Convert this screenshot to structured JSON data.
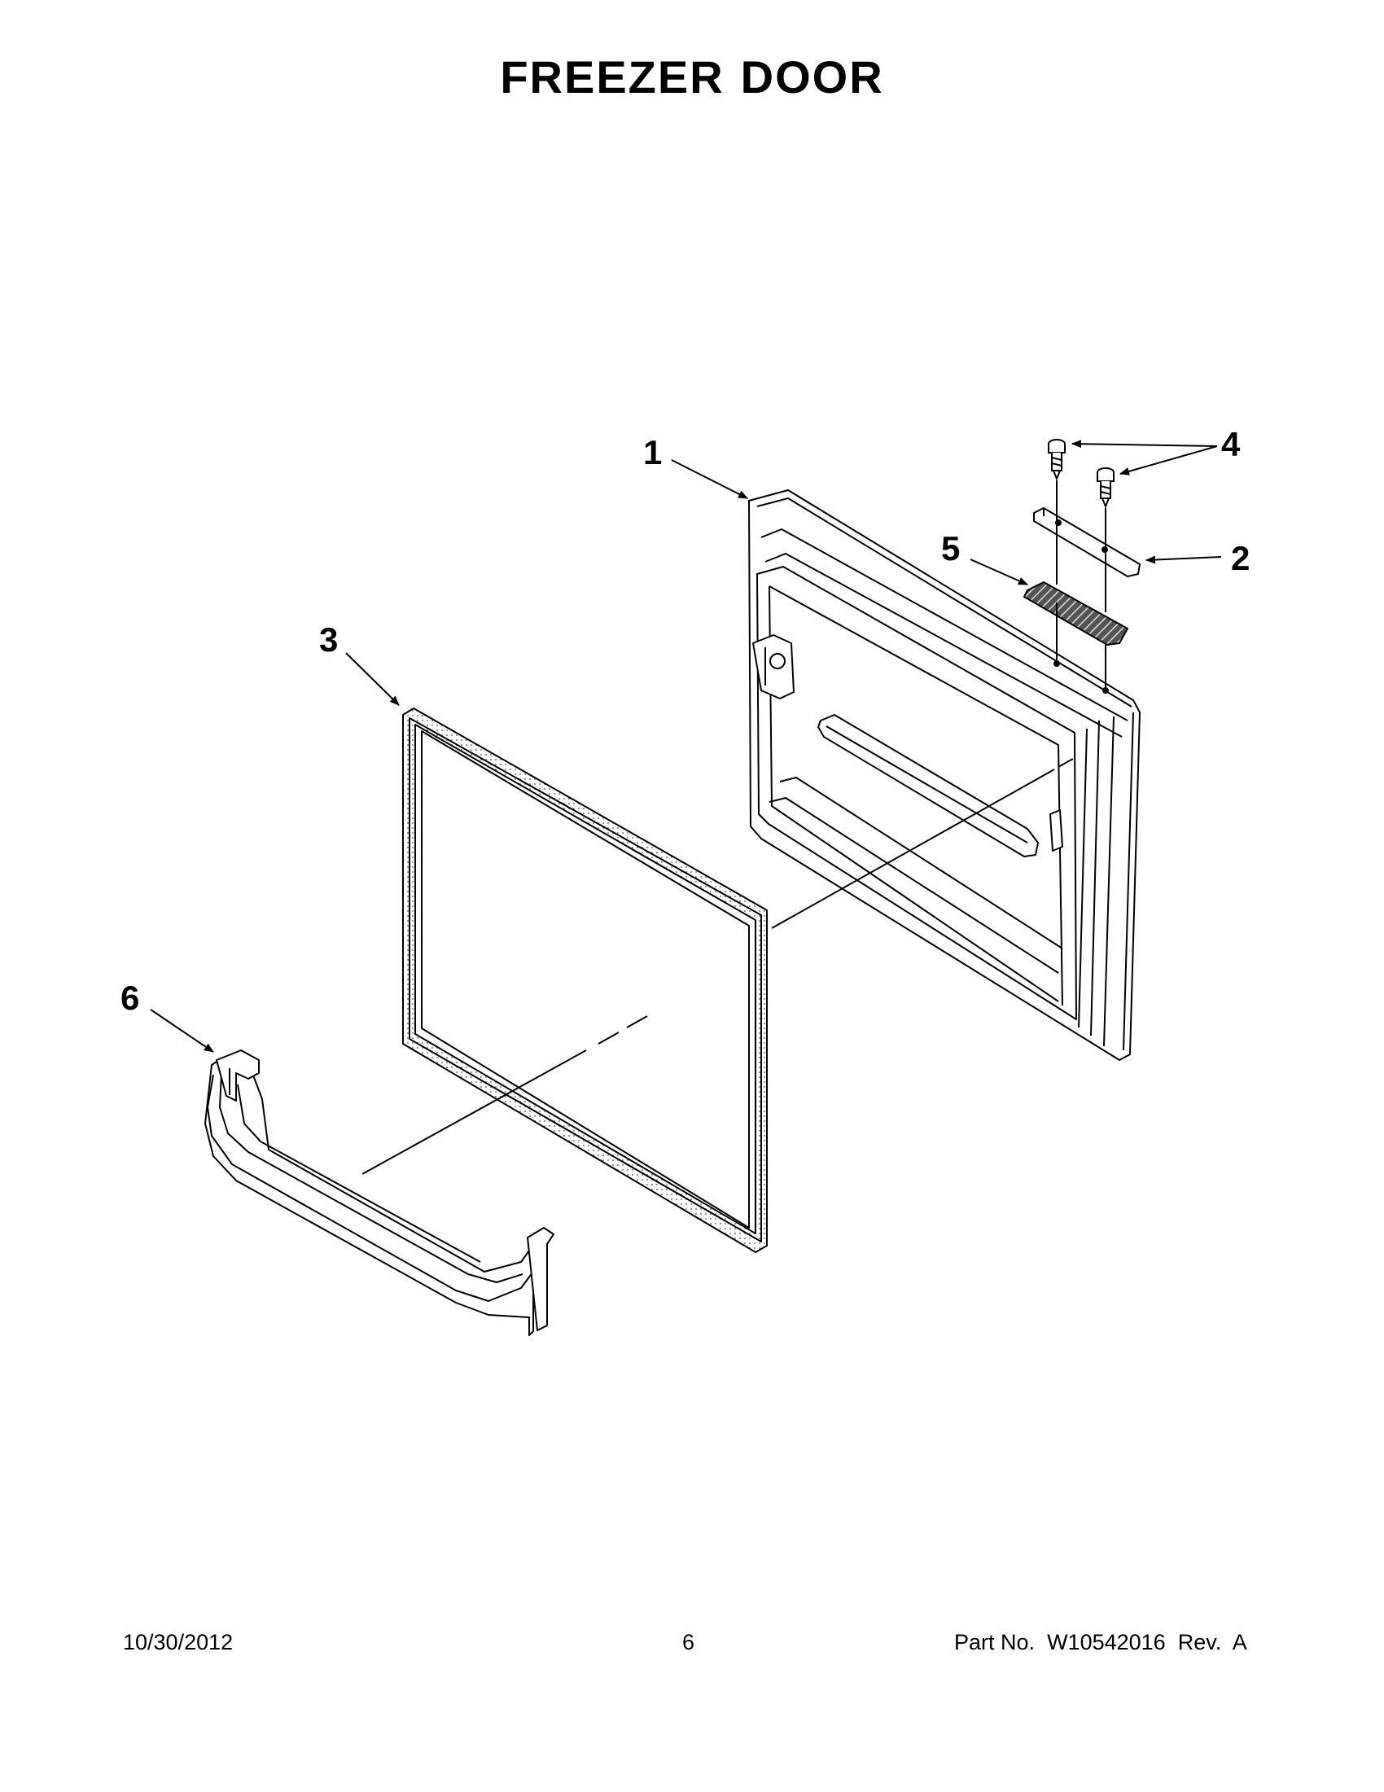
{
  "title": {
    "word1": "FREEZER",
    "word2": "DOOR"
  },
  "callouts": {
    "c1": "1",
    "c2": "2",
    "c3": "3",
    "c4": "4",
    "c5": "5",
    "c6": "6"
  },
  "footer": {
    "date": "10/30/2012",
    "page": "6",
    "part_label": "Part No.",
    "part_number": "W10542016",
    "rev_label": "Rev.",
    "rev": "A"
  },
  "icons": [
    "door-panel-icon",
    "door-trim-icon",
    "screw-icon",
    "door-gasket-icon",
    "hinge-insert-icon",
    "door-bin-icon"
  ]
}
